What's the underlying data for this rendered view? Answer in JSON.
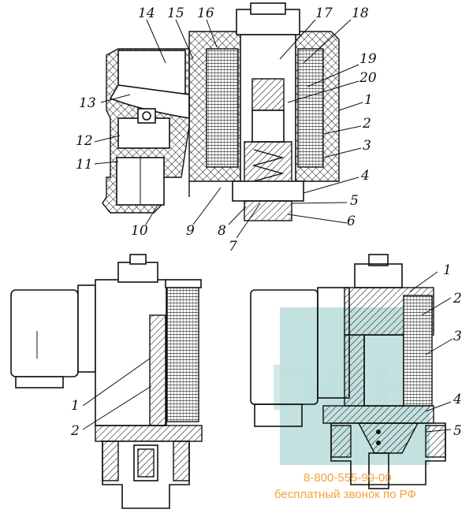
{
  "diagram": {
    "top_labels": [
      "14",
      "15",
      "16",
      "17",
      "18",
      "19",
      "20",
      "1",
      "2",
      "3",
      "4",
      "5",
      "6",
      "7",
      "8",
      "9",
      "10",
      "11",
      "12",
      "13"
    ],
    "left_labels": [
      "1",
      "2"
    ],
    "right_labels": [
      "1",
      "2",
      "3",
      "4",
      "5"
    ]
  },
  "watermark": {
    "logo_text": "DGH",
    "sub_text": "G R O U P"
  },
  "footer": {
    "phone": "8-800-555-99-00",
    "note": "бесплатный звонок по РФ"
  },
  "colors": {
    "watermark": "#8fc8c5",
    "phone_text": "#f2a33a"
  }
}
